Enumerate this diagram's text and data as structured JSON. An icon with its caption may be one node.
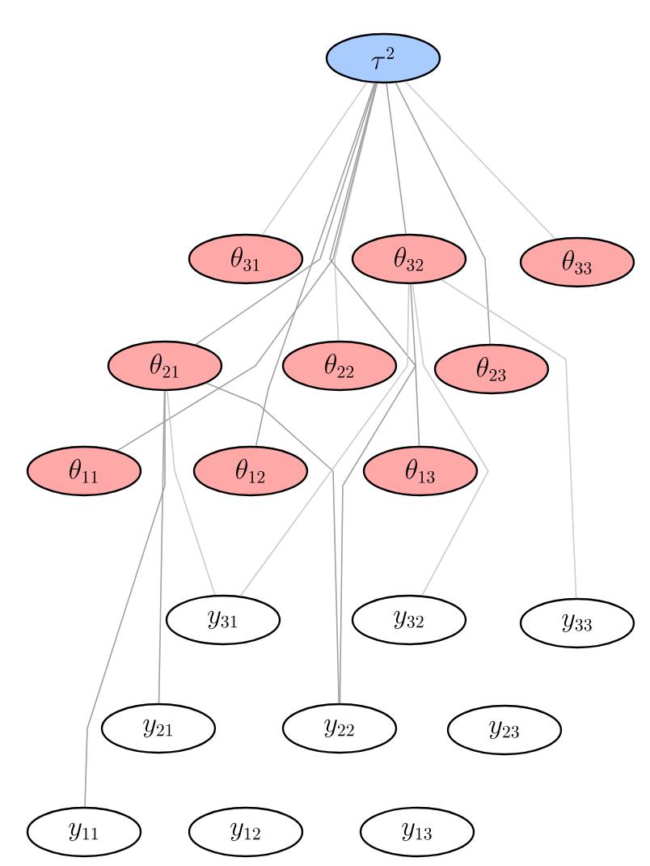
{
  "diagram": {
    "nodes": [
      {
        "text": [
          "\\tau^{2}"
        ]
      },
      {
        "text": [
          "\\theta_{31}"
        ]
      },
      {
        "text": [
          "\\theta_{32}"
        ]
      },
      {
        "text": [
          "\\theta_{33}"
        ]
      },
      {
        "text": [
          "\\theta_{21}"
        ]
      },
      {
        "text": [
          "\\theta_{22}"
        ]
      },
      {
        "text": [
          "\\theta_{23}"
        ]
      },
      {
        "text": [
          "\\theta_{11}"
        ]
      },
      {
        "text": [
          "\\theta_{12}"
        ]
      },
      {
        "text": [
          "\\theta_{13}"
        ]
      },
      {
        "text": [
          "y_{31}"
        ]
      },
      {
        "text": [
          "y_{32}"
        ]
      },
      {
        "text": [
          "y_{33}"
        ]
      },
      {
        "text": [
          "y_{21}"
        ]
      },
      {
        "text": [
          "y_{22}"
        ]
      },
      {
        "text": [
          "y_{23}"
        ]
      },
      {
        "text": [
          "y_{11}"
        ]
      },
      {
        "text": [
          "y_{12}"
        ]
      },
      {
        "text": [
          "y_{13}"
        ]
      }
    ],
    "edges": [
      {
        "from": 0,
        "to": 1,
        "arrow": "none",
        "color": "#cccccc"
      },
      {
        "from": 0,
        "to": 2,
        "arrow": "none"
      },
      {
        "from": 0,
        "to": 3,
        "arrow": "none",
        "color": "#cccccc"
      },
      {
        "from": 0,
        "to": 4,
        "arrow": "none"
      },
      {
        "from": 0,
        "to": 5,
        "arrow": "none",
        "color": "#cccccc"
      },
      {
        "from": 0,
        "to": 6,
        "arrow": "none"
      },
      {
        "from": 0,
        "to": 7,
        "arrow": "none"
      },
      {
        "from": 0,
        "to": 8,
        "arrow": "none"
      },
      {
        "from": 0,
        "to": 9,
        "arrow": "none"
      },
      {
        "from": 4,
        "to": 16,
        "arrow": "none"
      },
      {
        "from": 4,
        "to": 13,
        "arrow": "none"
      },
      {
        "from": 4,
        "to": 10,
        "arrow": "none",
        "color": "#cccccc"
      },
      {
        "from": 4,
        "to": 14,
        "arrow": "none"
      },
      {
        "from": 2,
        "to": 10,
        "arrow": "none",
        "color": "#cccccc"
      },
      {
        "from": 2,
        "to": 14,
        "arrow": "none"
      },
      {
        "from": 2,
        "to": 11,
        "arrow": "none",
        "color": "#cccccc"
      },
      {
        "from": 2,
        "to": 12,
        "arrow": "none",
        "color": "#cccccc"
      }
    ]
  }
}
